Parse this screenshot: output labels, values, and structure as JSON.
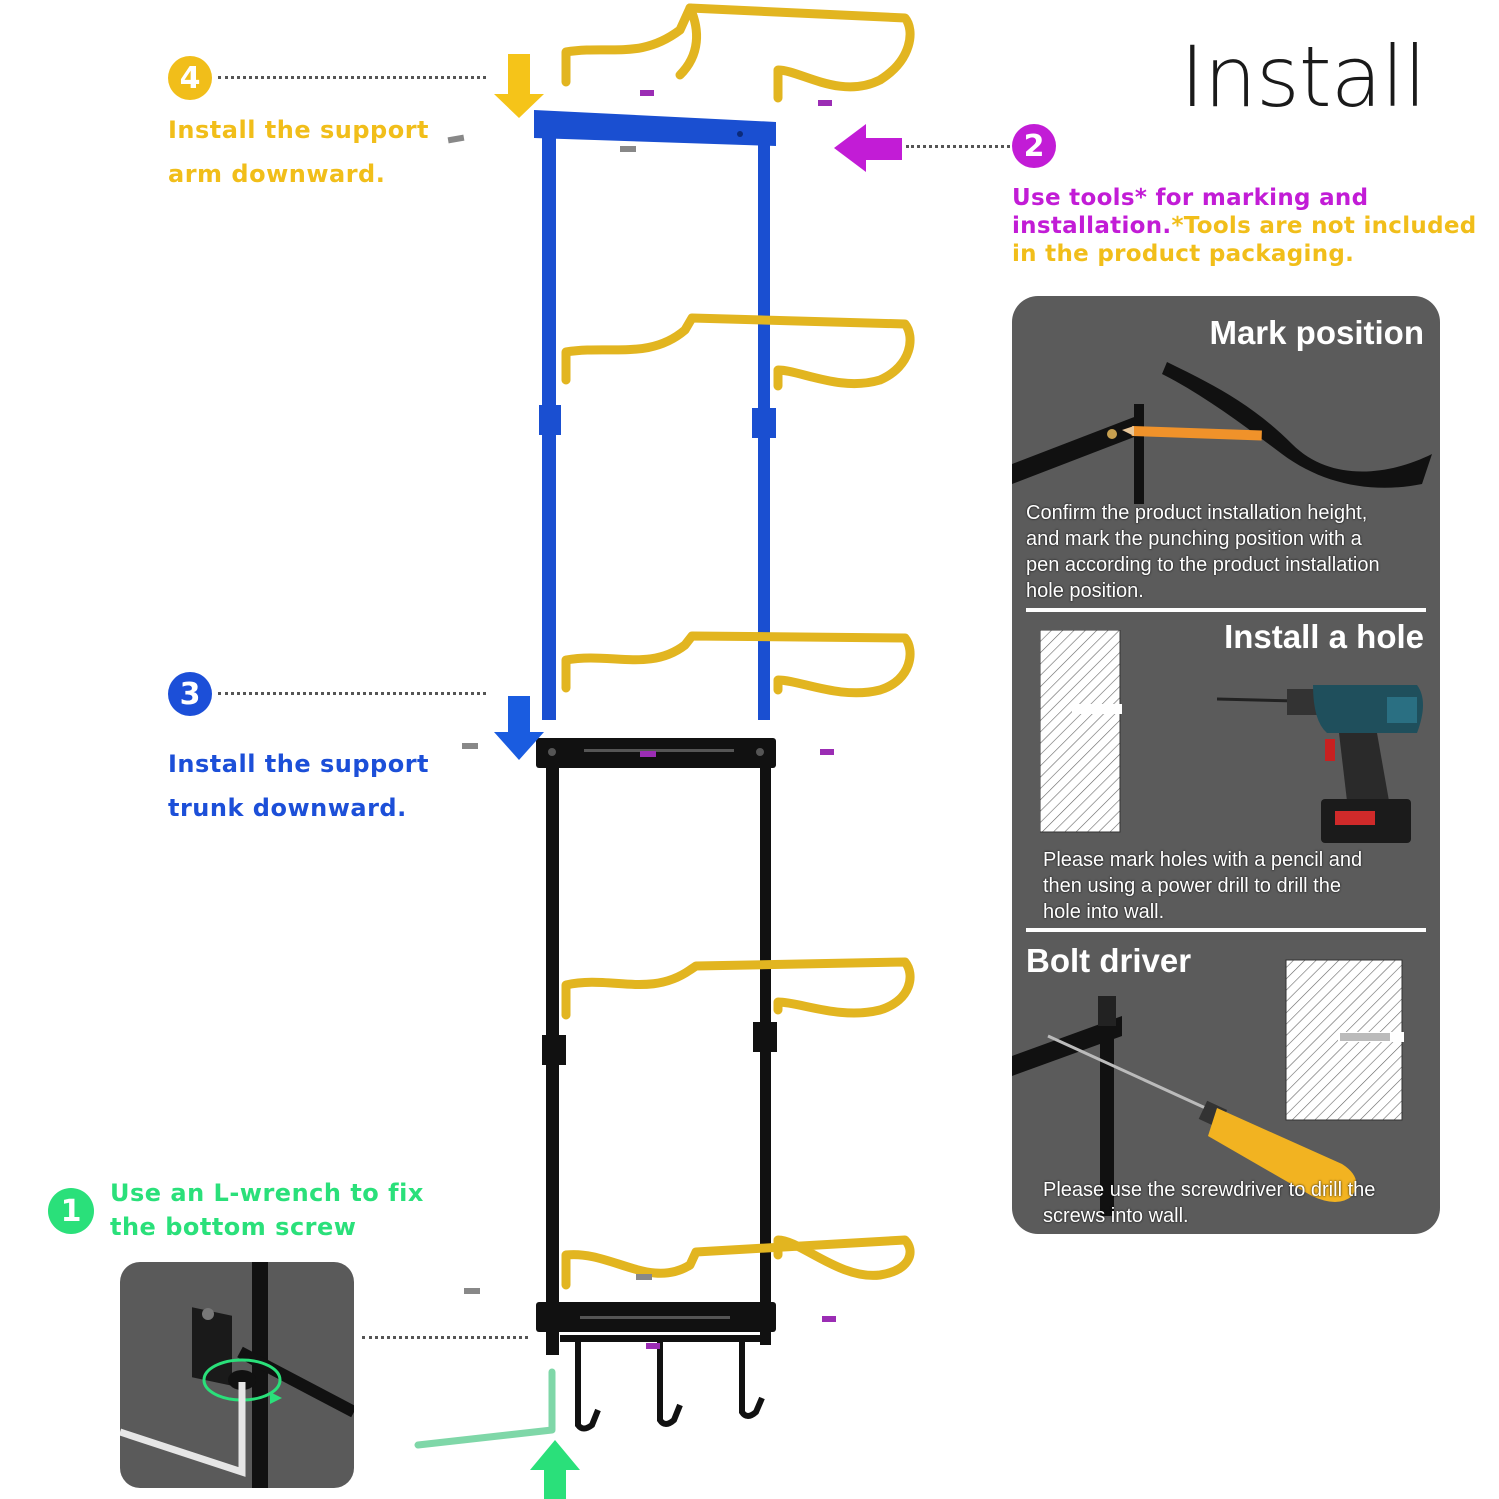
{
  "title": "Install",
  "steps": [
    {
      "number": "4",
      "text_line1": "Install the support",
      "text_line2": "arm downward.",
      "color": "#f1be1a"
    },
    {
      "number": "2",
      "text_line1": "Use tools* for marking and",
      "text_line2": "installation.",
      "text_line2b": "*Tools are not included",
      "text_line3": "in the product packaging.",
      "color": "#c21cd6",
      "note_color": "#f1be1a"
    },
    {
      "number": "3",
      "text_line1": "Install the support",
      "text_line2": "trunk downward.",
      "color": "#1c4fd8"
    },
    {
      "number": "1",
      "text_line1": "Use an L-wrench to fix",
      "text_line2": "the bottom screw",
      "color": "#2ae07a"
    }
  ],
  "panel": {
    "mark": {
      "heading": "Mark position",
      "l1": "Confirm the product installation height,",
      "l2": "and mark the punching position with a",
      "l3": "pen according to the product installation",
      "l4": "hole position."
    },
    "hole": {
      "heading": "Install a hole",
      "l1": "Please mark holes with a pencil and",
      "l2": "then using a power drill to drill the",
      "l3": "hole into wall."
    },
    "bolt": {
      "heading": "Bolt driver",
      "l1": "Please use the screwdriver to drill the",
      "l2": "screws into wall."
    }
  },
  "colors": {
    "yellow_arm": "#e2b520",
    "blue_frame": "#1a4fd1",
    "black_frame": "#111111",
    "panel_bg": "#5b5b5b"
  }
}
